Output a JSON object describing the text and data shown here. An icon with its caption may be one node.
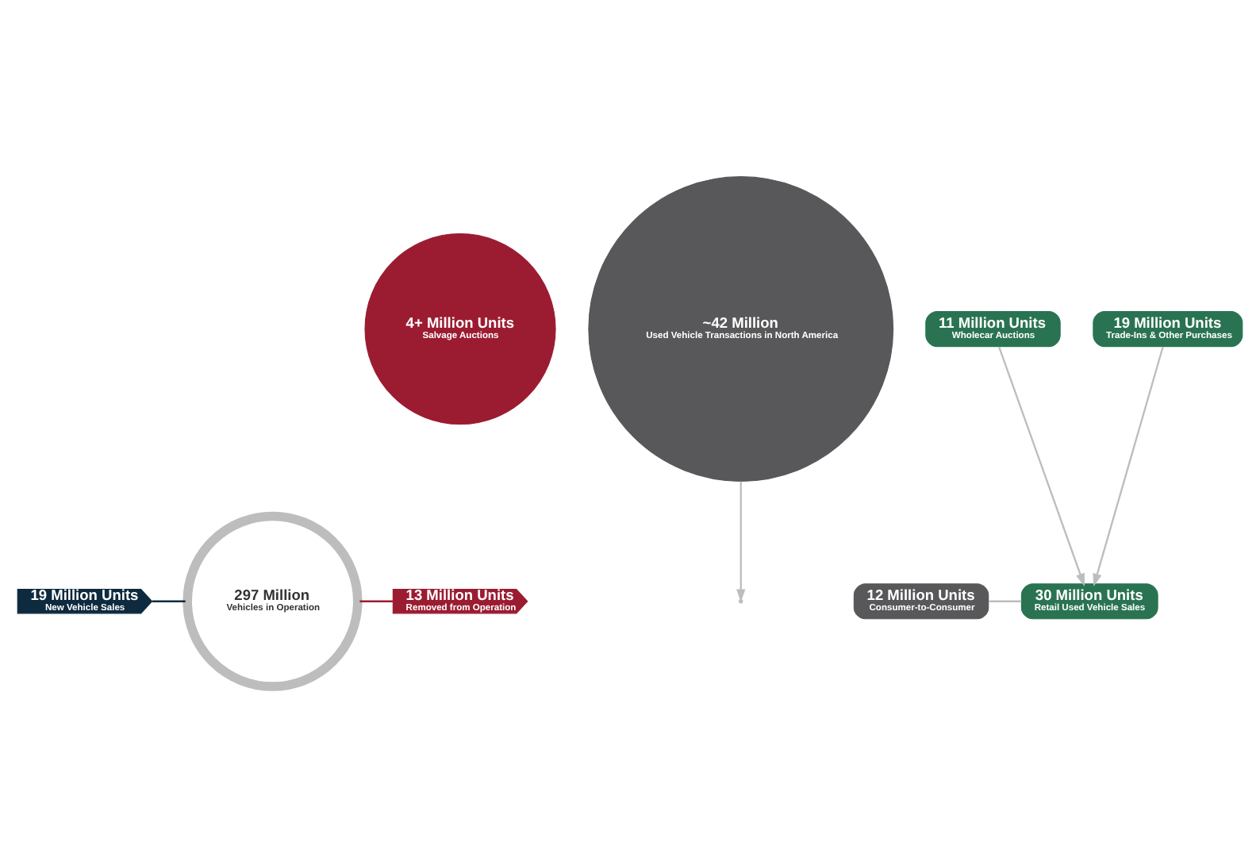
{
  "diagram": {
    "nodes": [
      {
        "text": [
          "297 Million",
          "Vehicles in Operation"
        ]
      },
      {
        "text": [
          "~42 Million",
          "Used Vehicle Transactions in North America"
        ]
      },
      {
        "text": [
          "19 Million Units",
          "New Vehicle Sales"
        ]
      },
      {
        "text": [
          "4+ Million Units",
          "Salvage Auctions"
        ]
      },
      {
        "text": [
          "13 Million Units",
          "Removed from Operation"
        ]
      },
      {
        "text": [
          "12 Million Units",
          "Consumer-to-Consumer"
        ]
      },
      {
        "text": [
          "30 Million Units",
          "Retail Used Vehicle Sales"
        ]
      },
      {
        "text": [
          "11 Million Units",
          "Wholecar Auctions"
        ]
      },
      {
        "text": [
          "19 Million Units",
          "Trade-Ins & Other Purchases"
        ]
      }
    ],
    "edges": [
      {
        "from": 2,
        "to": 0,
        "arrow": "none",
        "color": "#0d2a3e"
      },
      {
        "from": 0,
        "to": 4,
        "arrow": "none",
        "color": "#9b1c31"
      },
      {
        "from": 1,
        "to": null,
        "arrow": "to"
      },
      {
        "from": 5,
        "to": 6,
        "arrow": "none"
      },
      {
        "from": 7,
        "to": 6,
        "arrow": "to"
      },
      {
        "from": 8,
        "to": 6,
        "arrow": "to"
      }
    ]
  }
}
